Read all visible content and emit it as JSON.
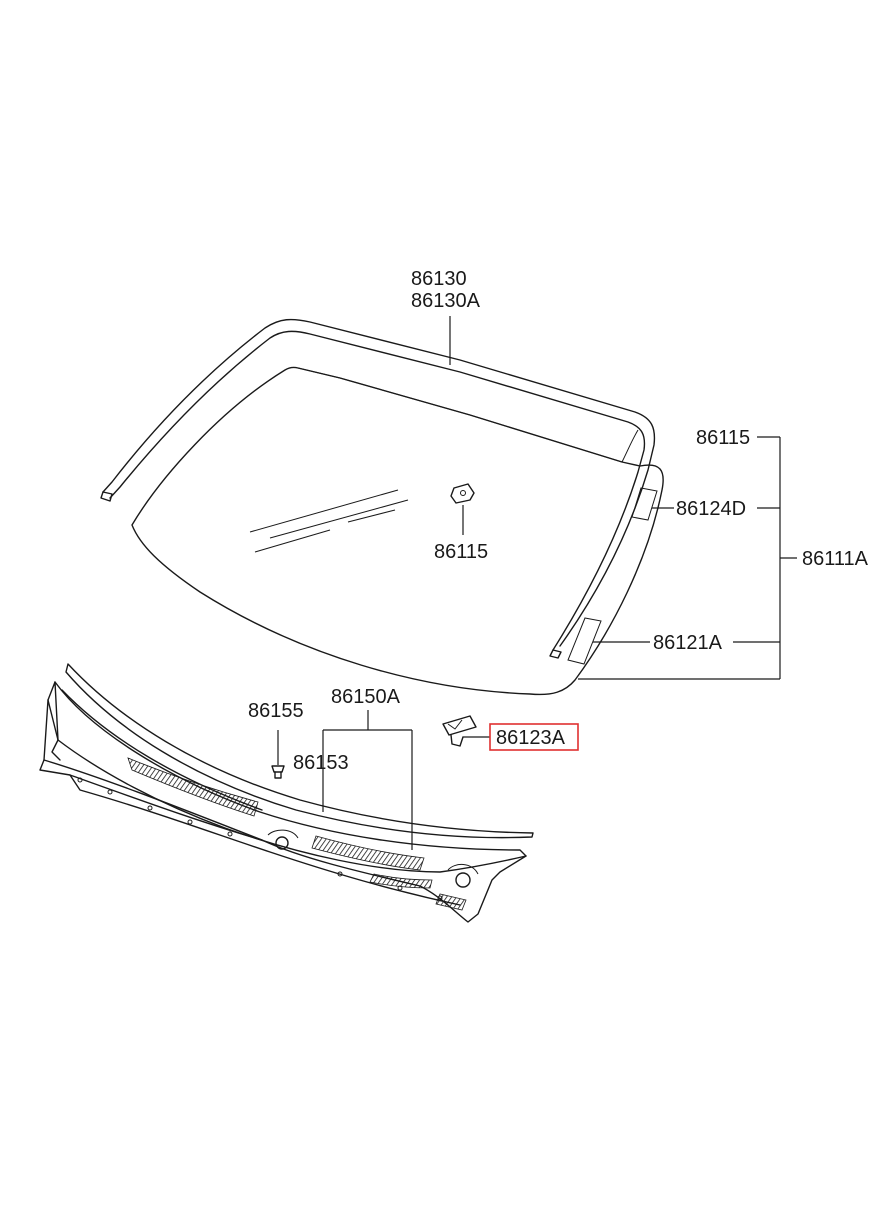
{
  "highlight_color": "#e03030",
  "labels": {
    "moulding": "86130",
    "moulding_alt": "86130A",
    "bracket_top": "86115",
    "bracket_center": "86115",
    "dam_d": "86124D",
    "glass_assy": "86111A",
    "dam_a": "86121A",
    "cowl_panel": "86150A",
    "screw": "86155",
    "cowl_sub": "86153",
    "clip": "86123A"
  }
}
